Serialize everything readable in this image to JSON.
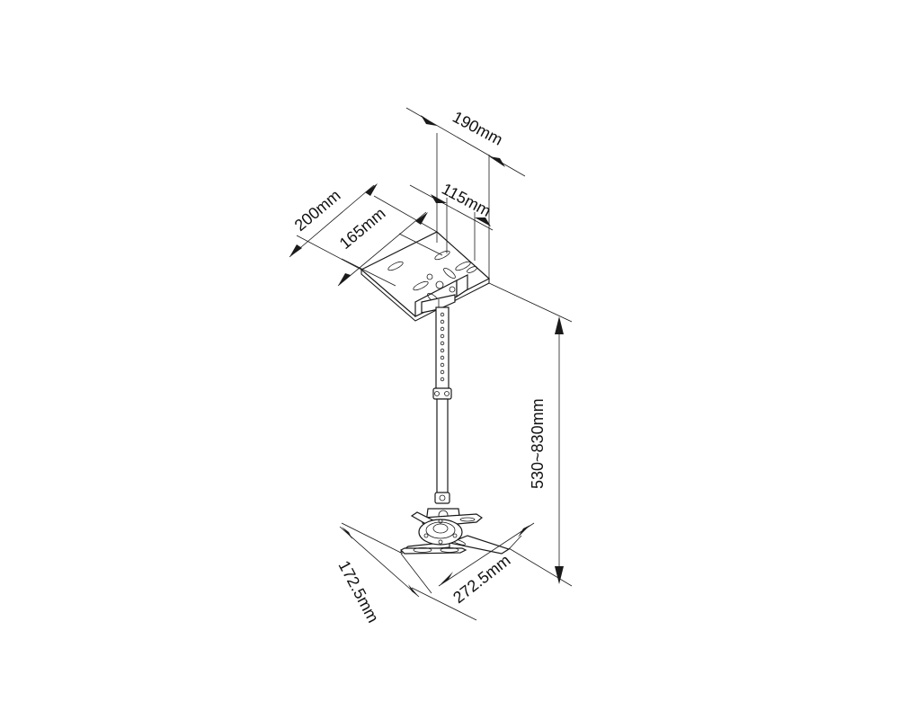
{
  "diagram": {
    "subject": "projector ceiling mount",
    "dimensions": {
      "width_top": "190mm",
      "slot_width_top": "115mm",
      "depth_top": "200mm",
      "slot_depth_top": "165mm",
      "height_range": "530~830mm",
      "base_depth": "172.5mm",
      "base_width": "272.5mm"
    }
  }
}
